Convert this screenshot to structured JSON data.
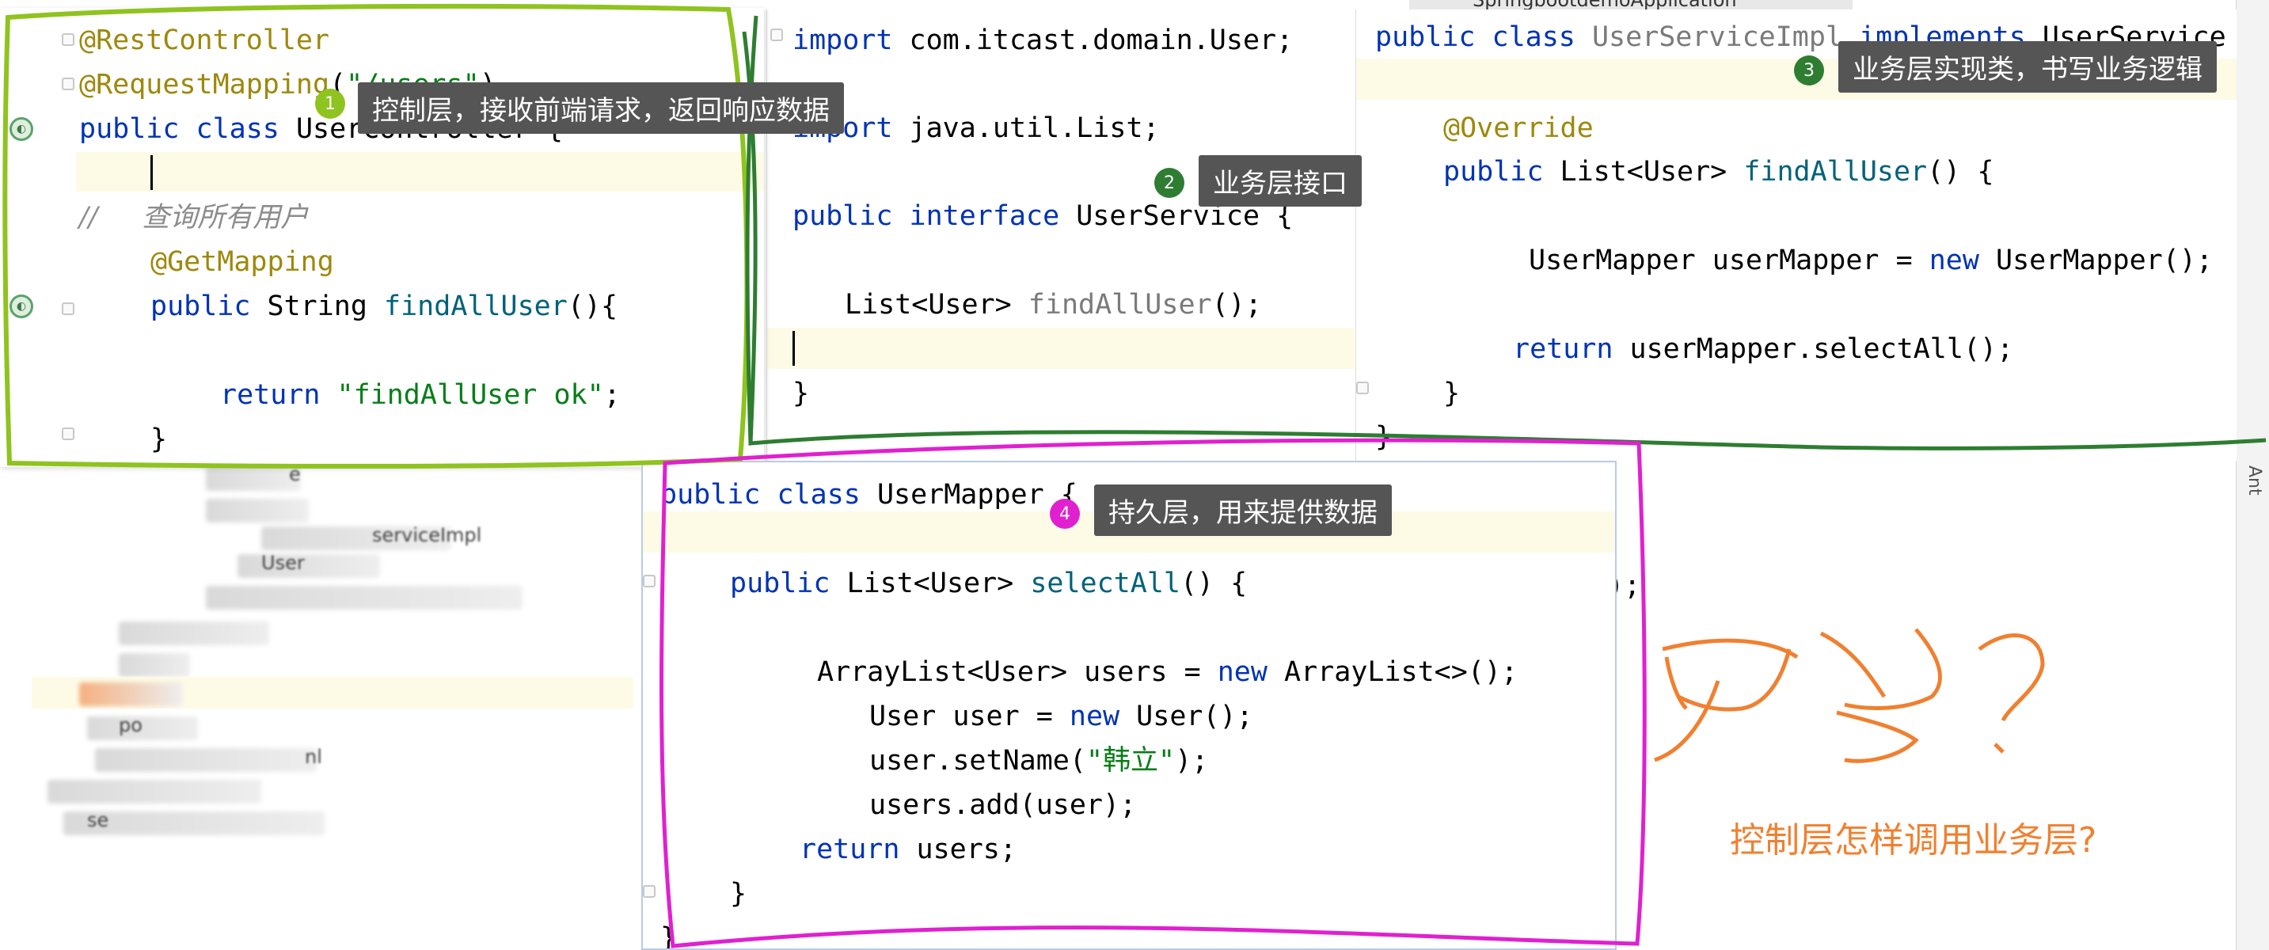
{
  "top_tab": {
    "label": "SpringbootdemoApplication"
  },
  "side_tool": {
    "label": "Ant"
  },
  "tooltips": {
    "controller": {
      "num": "1",
      "text": "控制层，接收前端请求，返回响应数据"
    },
    "service_interface": {
      "num": "2",
      "text": "业务层接口"
    },
    "service_impl": {
      "num": "3",
      "text": "业务层实现类，书写业务逻辑"
    },
    "mapper": {
      "num": "4",
      "text": "持久层，用来提供数据"
    }
  },
  "code": {
    "controller": [
      "@RestController",
      "@RequestMapping(\"/users\")",
      "public class UserController {",
      "",
      "//     查询所有用户",
      "    @GetMapping",
      "    public String findAllUser(){",
      "",
      "        return \"findAllUser ok\";",
      "    }"
    ],
    "service_interface": [
      "import com.itcast.domain.User;",
      "",
      "import java.util.List;",
      "",
      "public interface UserService {",
      "",
      "   List<User> findAllUser();",
      "",
      "}"
    ],
    "service_impl": [
      "public class UserServiceImpl implements UserService",
      "",
      "    @Override",
      "    public List<User> findAllUser() {",
      "",
      "     UserMapper userMapper = new UserMapper();",
      "",
      "       return userMapper.selectAll();",
      "    }",
      "}"
    ],
    "mapper": [
      "public class UserMapper {",
      "",
      "    public List<User> selectAll() {",
      "",
      "         ArrayList<User> users = new ArrayList<>();",
      "            User user = new User();",
      "            user.setName(\"韩立\");",
      "            users.add(user);",
      "        return users;",
      "    }",
      "}"
    ]
  },
  "behind_code": {
    "fragment": ");"
  },
  "project_tree": {
    "items": [
      "e",
      "serviceImpl",
      "User",
      "po",
      "nl",
      "se"
    ]
  },
  "handwriting": {
    "big": "思考？",
    "question": "控制层怎样调用业务层?"
  },
  "colors": {
    "keyword": "#0033b3",
    "annotation": "#9e880d",
    "method": "#00627a",
    "string": "#067d17",
    "comment": "#8c8c8c",
    "frame_controller": "#8fc31f",
    "frame_service": "#2e7d32",
    "frame_mapper": "#e020d0",
    "handwriting": "#f08030"
  }
}
